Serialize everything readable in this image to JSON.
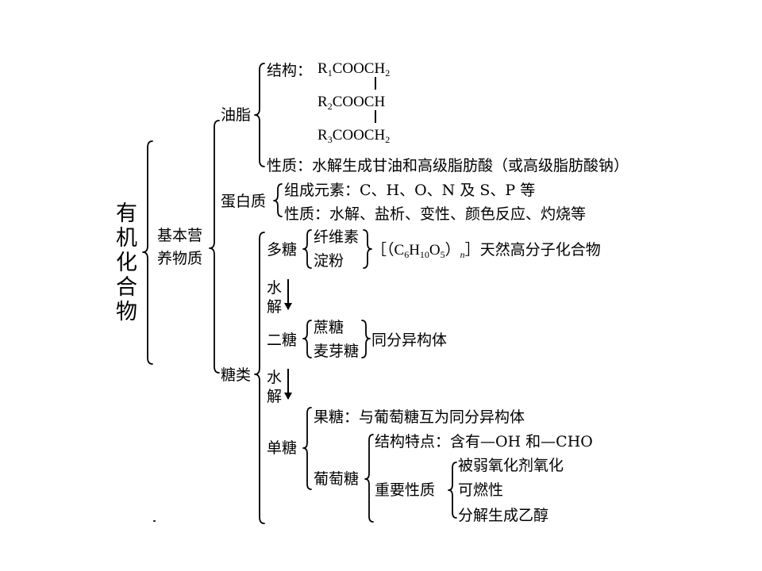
{
  "root": {
    "chars": [
      "有",
      "机",
      "化",
      "合",
      "物"
    ]
  },
  "basic": {
    "line1": "基本营",
    "line2": "养物质"
  },
  "fat": {
    "label": "油脂",
    "structure_label": "结构：",
    "formula_rows": [
      {
        "r": "R",
        "r_sub": "1",
        "group": "COOCH",
        "group_sub": "2"
      },
      {
        "r": "R",
        "r_sub": "2",
        "group": "COOCH",
        "group_sub": ""
      },
      {
        "r": "R",
        "r_sub": "3",
        "group": "COOCH",
        "group_sub": "2"
      }
    ],
    "property": "性质：水解生成甘油和高级脂肪酸（或高级脂肪酸钠）"
  },
  "protein": {
    "label": "蛋白质",
    "composition": "组成元素：C、H、O、N 及 S、P 等",
    "property": "性质：水解、盐析、变性、颜色反应、灼烧等"
  },
  "sugar": {
    "label": "糖类",
    "poly": {
      "label": "多糖",
      "items": [
        "纤维素",
        "淀粉"
      ],
      "formula": {
        "open": "［（C",
        "c_sub": "6",
        "h": "H",
        "h_sub": "10",
        "o": "O",
        "o_sub": "5",
        "close": "）",
        "n_sub": "n",
        "bracket_close": "］",
        "desc": "天然高分子化合物"
      }
    },
    "hydrolysis1": {
      "c1": "水",
      "c2": "解"
    },
    "di": {
      "label": "二糖",
      "items": [
        "蔗糖",
        "麦芽糖"
      ],
      "desc": "同分异构体"
    },
    "hydrolysis2": {
      "c1": "水",
      "c2": "解"
    },
    "mono": {
      "label": "单糖",
      "fructose": "果糖：与葡萄糖互为同分异构体",
      "glucose": {
        "label": "葡萄糖",
        "structure": "结构特点：含有—OH 和—CHO",
        "props_label": "重要性质",
        "props": [
          "被弱氧化剂氧化",
          "可燃性",
          "分解生成乙醇"
        ]
      }
    }
  }
}
